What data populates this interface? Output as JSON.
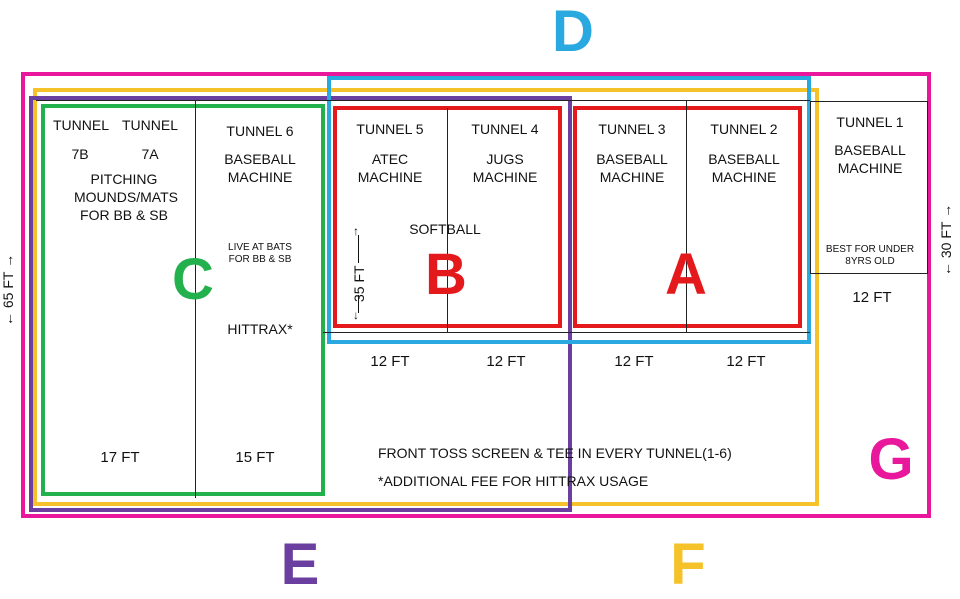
{
  "zones": {
    "A": {
      "label": "A",
      "color": "#e4191c"
    },
    "B": {
      "label": "B",
      "color": "#e4191c"
    },
    "C": {
      "label": "C",
      "color": "#22b14c"
    },
    "D": {
      "label": "D",
      "color": "#29a9e0"
    },
    "E": {
      "label": "E",
      "color": "#6b3fa0"
    },
    "F": {
      "label": "F",
      "color": "#f5c22a"
    },
    "G": {
      "label": "G",
      "color": "#e8179b"
    }
  },
  "tunnels": {
    "t7b": {
      "name": "TUNNEL",
      "sub": "7B"
    },
    "t7a": {
      "name": "TUNNEL",
      "sub": "7A"
    },
    "t7_desc": "PITCHING MOUNDS/MATS FOR BB & SB",
    "t6": {
      "name": "TUNNEL 6",
      "desc": "BASEBALL MACHINE",
      "note": "LIVE AT BATS FOR BB & SB",
      "extra": "HITTRAX*"
    },
    "t5": {
      "name": "TUNNEL 5",
      "desc": "ATEC MACHINE"
    },
    "t4": {
      "name": "TUNNEL 4",
      "desc": "JUGS MACHINE"
    },
    "softball": "SOFTBALL",
    "t3": {
      "name": "TUNNEL 3",
      "desc": "BASEBALL MACHINE"
    },
    "t2": {
      "name": "TUNNEL 2",
      "desc": "BASEBALL MACHINE"
    },
    "t1": {
      "name": "TUNNEL 1",
      "desc": "BASEBALL MACHINE",
      "note": "BEST FOR UNDER 8YRS OLD"
    }
  },
  "measurements": {
    "w17": "17 FT",
    "w15": "15 FT",
    "w12_t5": "12 FT",
    "w12_t4": "12 FT",
    "w12_t3": "12 FT",
    "w12_t2": "12 FT",
    "w12_t1": "12 FT",
    "h35": "35 FT",
    "h65": "65 FT",
    "h30": "30 FT"
  },
  "notes": {
    "line1": "FRONT TOSS SCREEN & TEE IN EVERY TUNNEL(1-6)",
    "line2": "*ADDITIONAL FEE FOR HITTRAX USAGE"
  }
}
